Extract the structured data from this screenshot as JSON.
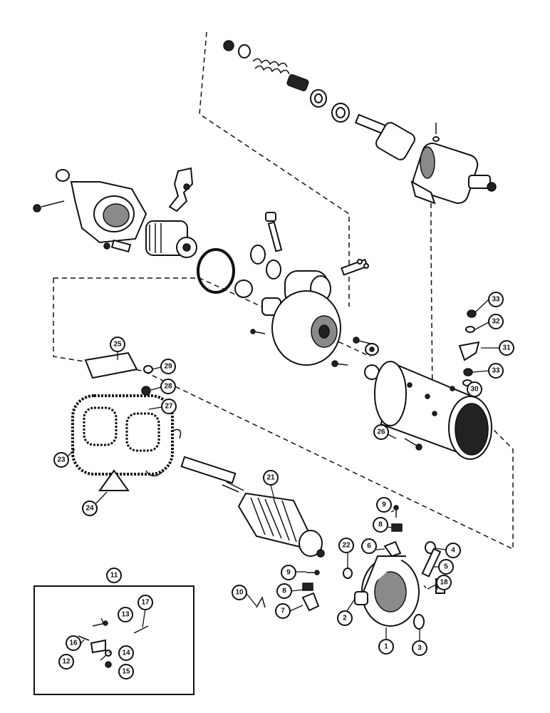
{
  "callouts": [
    {
      "id": "c1",
      "label": "1"
    },
    {
      "id": "c2",
      "label": "2"
    },
    {
      "id": "c3",
      "label": "3"
    },
    {
      "id": "c4",
      "label": "4"
    },
    {
      "id": "c5",
      "label": "5"
    },
    {
      "id": "c6",
      "label": "6"
    },
    {
      "id": "c7",
      "label": "7"
    },
    {
      "id": "c8a",
      "label": "8"
    },
    {
      "id": "c8b",
      "label": "8"
    },
    {
      "id": "c9a",
      "label": "9"
    },
    {
      "id": "c9b",
      "label": "9"
    },
    {
      "id": "c10",
      "label": "10"
    },
    {
      "id": "c11",
      "label": "11"
    },
    {
      "id": "c12",
      "label": "12"
    },
    {
      "id": "c13",
      "label": "13"
    },
    {
      "id": "c14",
      "label": "14"
    },
    {
      "id": "c15",
      "label": "15"
    },
    {
      "id": "c16",
      "label": "16"
    },
    {
      "id": "c17",
      "label": "17"
    },
    {
      "id": "c18",
      "label": "18"
    },
    {
      "id": "c21",
      "label": "21"
    },
    {
      "id": "c22",
      "label": "22"
    },
    {
      "id": "c23",
      "label": "23"
    },
    {
      "id": "c24",
      "label": "24"
    },
    {
      "id": "c25",
      "label": "25"
    },
    {
      "id": "c26",
      "label": "26"
    },
    {
      "id": "c27",
      "label": "27"
    },
    {
      "id": "c28",
      "label": "28"
    },
    {
      "id": "c29",
      "label": "29"
    },
    {
      "id": "c30",
      "label": "30"
    },
    {
      "id": "c31",
      "label": "31"
    },
    {
      "id": "c32",
      "label": "32"
    },
    {
      "id": "c33a",
      "label": "33"
    },
    {
      "id": "c33b",
      "label": "33"
    }
  ],
  "colors": {
    "ink": "#111111",
    "paper": "#ffffff"
  }
}
